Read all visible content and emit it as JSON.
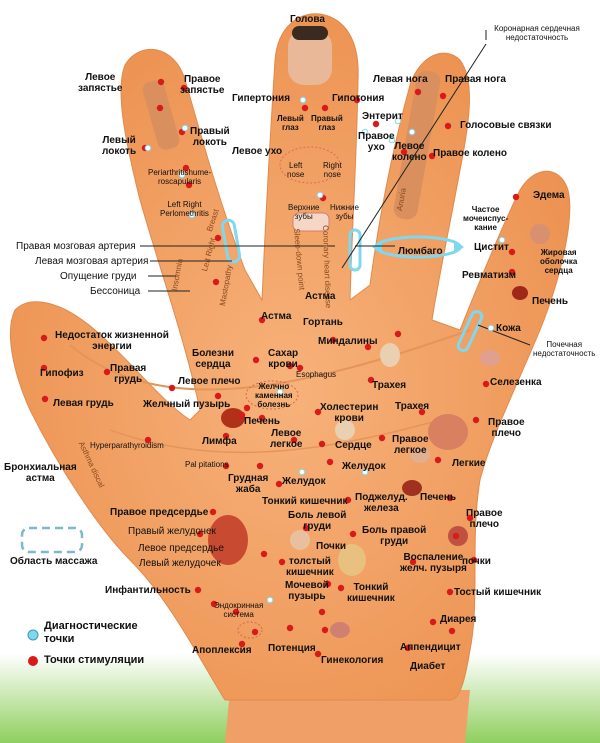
{
  "colors": {
    "skin": "#f4a56a",
    "skin_dark": "#e08a4c",
    "stimulation_point": "#d81a1a",
    "diagnostic_point": "#7fd8ef",
    "background_bottom": "#8fcf5e"
  },
  "labels": {
    "head": "Голова",
    "coronary": "Коронарная сердечная\nнедостаточность",
    "left_wrist": "Левое\nзапястье",
    "right_wrist": "Правое\nзапястье",
    "hypertonia": "Гипертония",
    "hypotonia": "Гипотония",
    "left_leg": "Левая нога",
    "right_leg": "Правая нога",
    "left_eye": "Левый\nглаз",
    "right_eye": "Правый\nглаз",
    "enteritis": "Энтерит",
    "vocal_cords": "Голосовые связки",
    "left_elbow": "Левый\nлокоть",
    "right_elbow": "Правый\nлокоть",
    "left_ear": "Левое ухо",
    "right_ear": "Правое\nухо",
    "left_knee": "Левое\nколено",
    "right_knee": "Правое колено",
    "left_nose": "Left\nnose",
    "right_nose": "Right\nnose",
    "periarthritis": "Periarthritishume-\nroscapularis",
    "left_right_periom": "Left     Right\nPerlomethritis",
    "upper_teeth": "Верхние\nзубы",
    "lower_teeth": "Нижние\nзубы",
    "frequent_urination": "Частое\nмочеиспус-\nкание",
    "edema": "Эдема",
    "right_brain_artery": "Правая мозговая артерия",
    "left_brain_artery": "Левая мозговая артерия",
    "chest_sinking": "Опущение груди",
    "insomnia": "Бессоница",
    "lumbago": "Люмбаго",
    "cystitis": "Цистит",
    "fatty_heart": "Жировая\nоболочка\nсердца",
    "rheumatism": "Ревматизм",
    "asthma": "Астма",
    "liver_top": "Печень",
    "skin_lbl": "Кожа",
    "vital_energy": "Недостаток жизненной\nэнергии",
    "asthma2": "Астма",
    "larynx": "Гортань",
    "tonsils": "Миндалины",
    "kidney_insuff": "Почечная\nнедостаточность",
    "hypophysis": "Гипофиз",
    "right_breast": "Правая\nгрудь",
    "heart_disease": "Болезни\nсердца",
    "blood_sugar": "Сахар\nкрови",
    "esophagus": "Esophagus",
    "trachea1": "Трахея",
    "spleen": "Селезенка",
    "left_breast": "Левая грудь",
    "left_shoulder": "Левое плечо",
    "gallstone": "Желчно\nкаменная\nболезнь",
    "trachea2": "Трахея",
    "gallbladder": "Желчный пузырь",
    "cholesterol": "Холестерин\nкрови",
    "right_shoulder": "Правое\nплечо",
    "bronchial_asthma": "Бронхиальная\nастма",
    "hyperparathyroidism": "Hyperparathyroidism",
    "liver_mid": "Печень",
    "left_lung": "Левое\nлегкое",
    "right_lung": "Правое\nлегкое",
    "lymph": "Лимфа",
    "heart": "Сердце",
    "palpitations": "Pal pitations",
    "lungs": "Легкие",
    "stomach": "Желудок",
    "chest_toad": "Грудная\nжаба",
    "stomach2": "Желудок",
    "small_intestine": "Тонкий кишечник",
    "pancreas": "Поджелуд.\nжелеза",
    "liver_low": "Печень",
    "right_atrium": "Правое предсердье",
    "right_ventricle": "Правый желудочек",
    "left_chest_pain": "Боль левой\nгруди",
    "right_chest_pain": "Боль правой\nгруди",
    "right_shoulder2": "Правое\nплечо",
    "left_atrium": "Левое предсердье",
    "left_ventricle": "Левый желудочек",
    "kidneys": "Почки",
    "colon": "толстый\nкишечник",
    "gallbladder_infl": "Воспаление\nжелч. пузыря",
    "kidneys2": "почки",
    "massage_area": "Область  массажа",
    "infantility": "Инфантильность",
    "bladder": "Мочевой\nпузырь",
    "small_intestine2": "Тонкий\nкишечник",
    "colon2": "Тостый кишечник",
    "endocrine": "Эндокринная\nсистема",
    "diarrhea": "Диарея",
    "apoplexy": "Апоплексия",
    "potency": "Потенция",
    "appendicitis": "Аппендицит",
    "gynecology": "Гинекология",
    "diabetes": "Диабет",
    "anuria_vertical": "Anuria",
    "ischemic_vertical": "Coronary heart\ndisease",
    "asthma_vertical": "Asthma discal",
    "breast_vertical": "Breast",
    "left_right_vertical": "Left   Right",
    "sleep_vertical": "Sleep-down point",
    "mastopathy_vertical": "Mastopathy",
    "insomnia_vertical": "Insomnia"
  },
  "legend": {
    "diagnostic": "Диагностические\nточки",
    "stimulation": "Точки стимуляции"
  }
}
